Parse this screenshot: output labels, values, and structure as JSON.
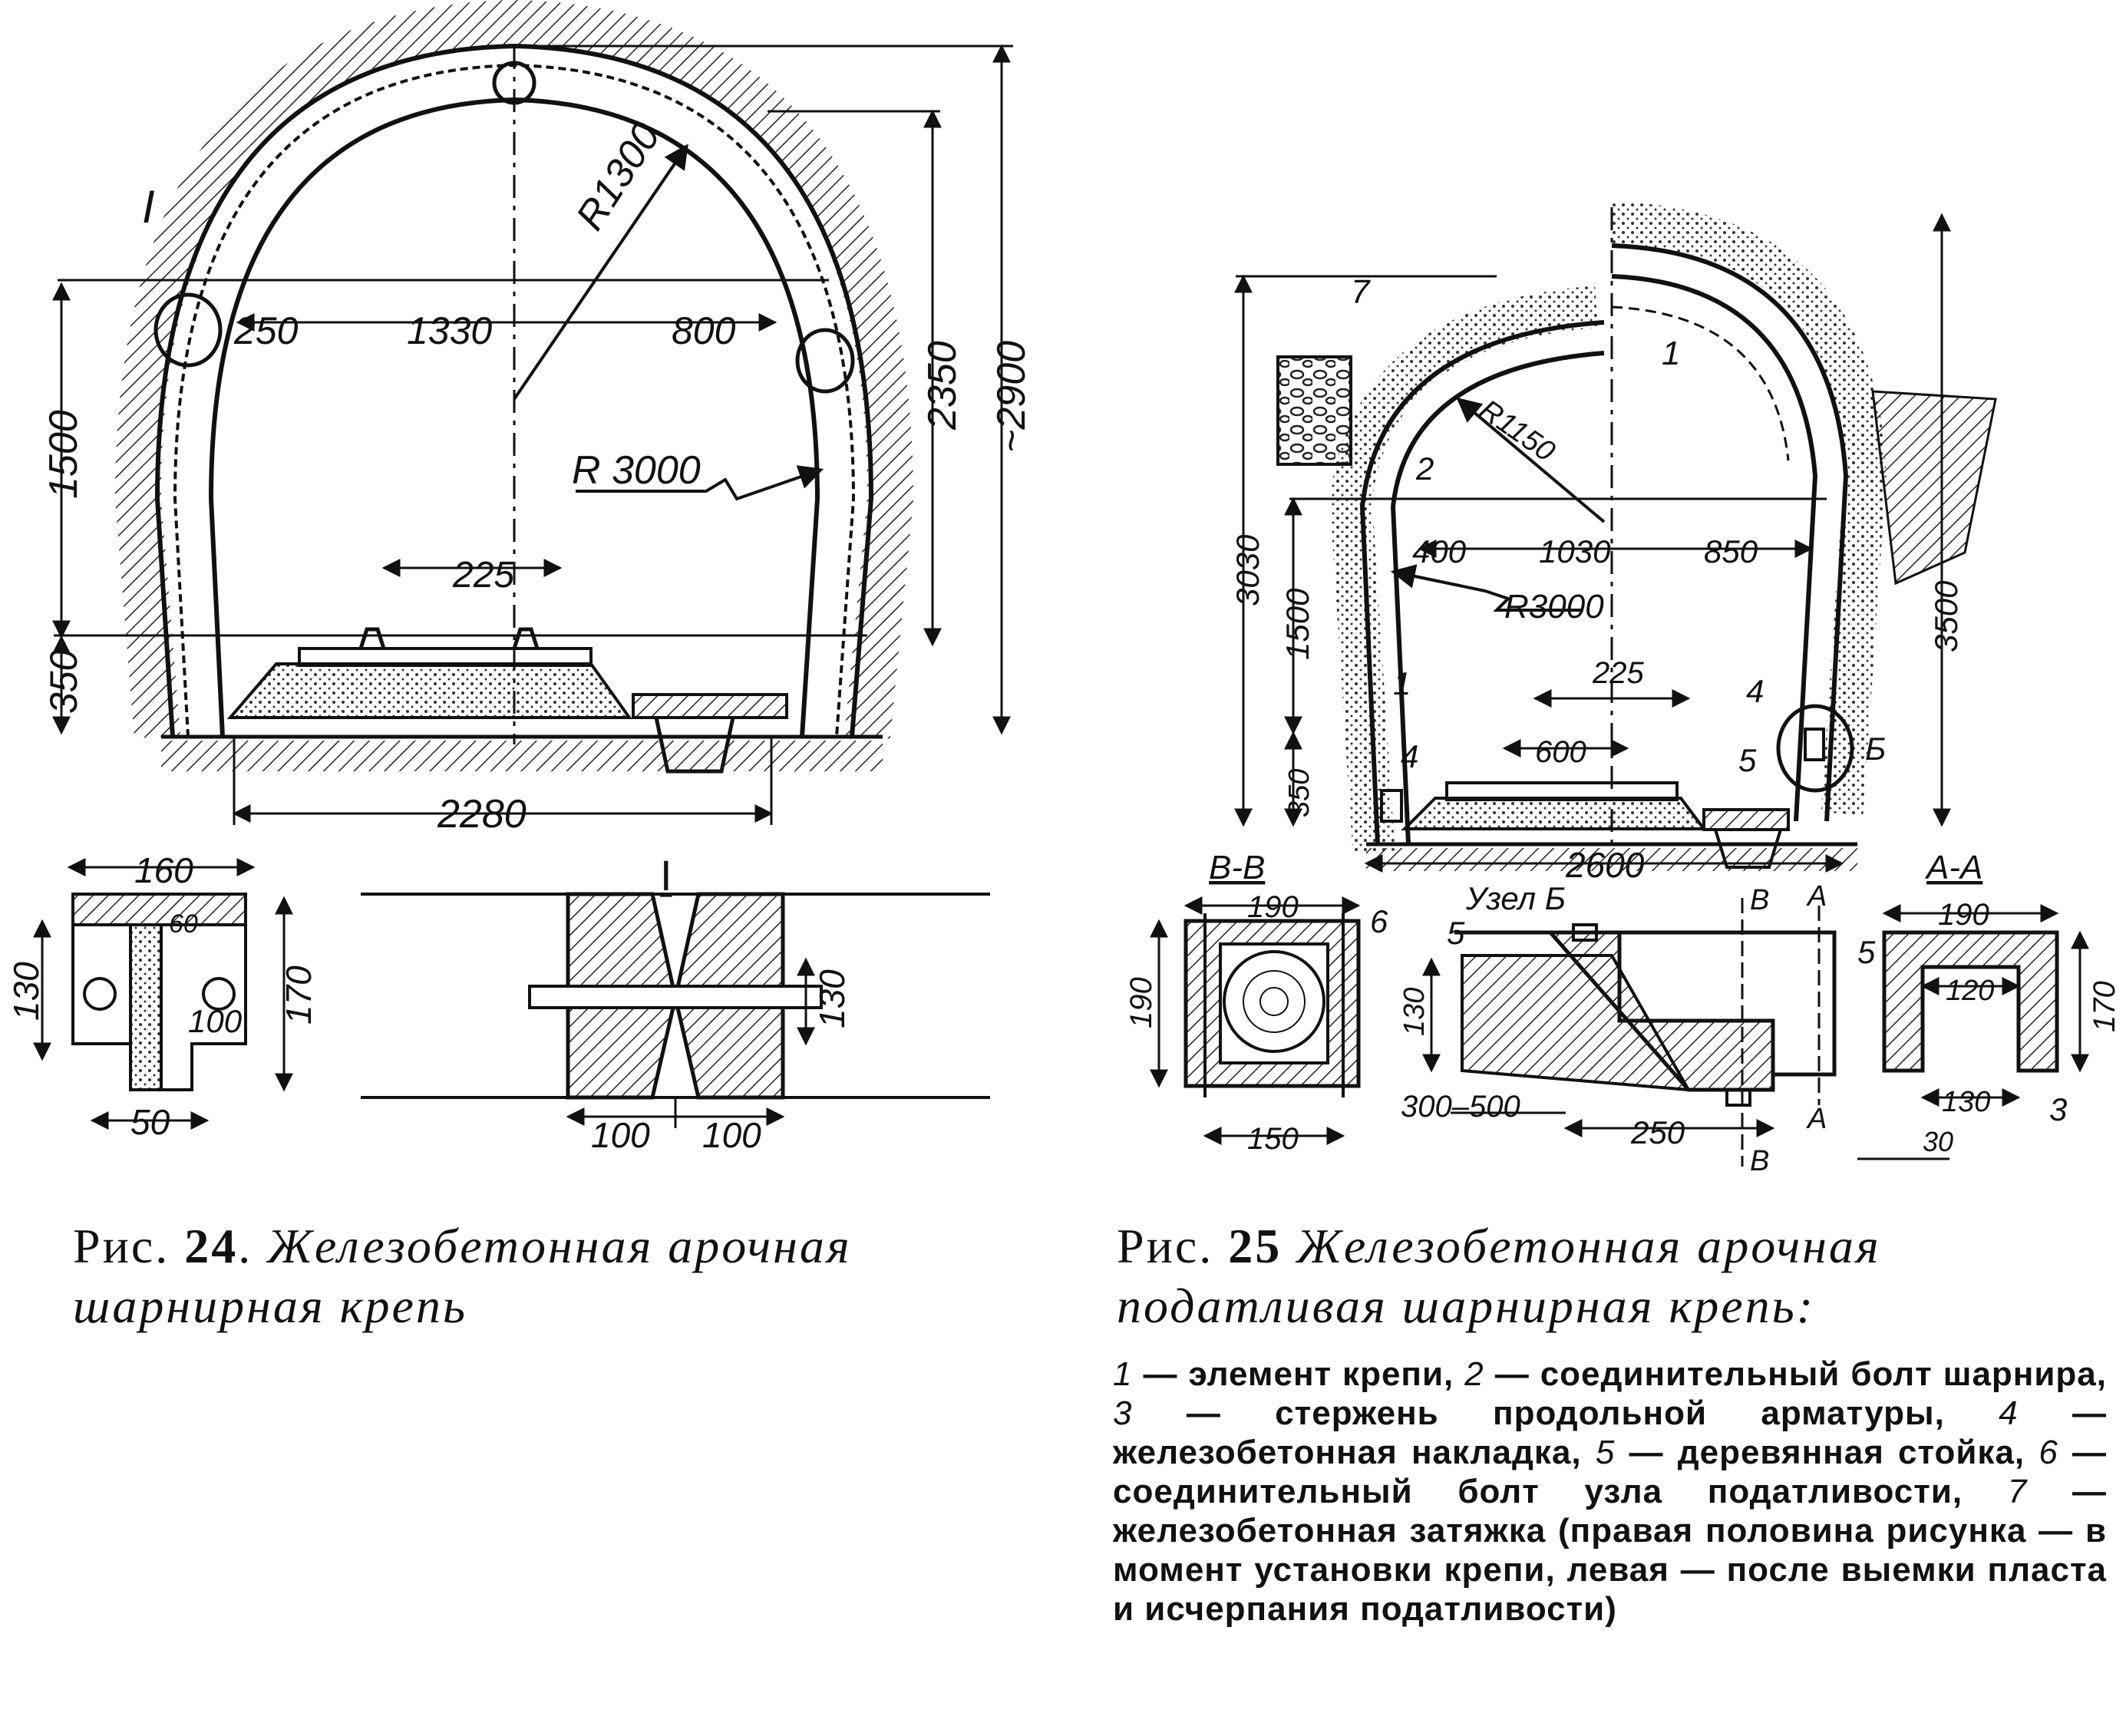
{
  "figure24": {
    "caption_prefix": "Рис.",
    "number": "24",
    "caption_sep": ".",
    "caption_title": "Железобетонная арочная шарнирная крепь",
    "dimensions": {
      "r_top": "R1300",
      "r_side": "R 3000",
      "w250": "250",
      "w1330": "1330",
      "w800": "800",
      "h1500": "1500",
      "h350": "350",
      "h2350": "2350",
      "h2900": "~2900",
      "w225": "225",
      "w2280": "2280"
    },
    "node_label": "I",
    "section": {
      "w160": "160",
      "w60": "60",
      "h130": "130",
      "w100": "100",
      "h170": "170",
      "w50": "50"
    },
    "detail": {
      "title": "I",
      "h130": "130",
      "w100a": "100",
      "w100b": "100"
    }
  },
  "figure25": {
    "caption_prefix": "Рис.",
    "number": "25",
    "caption_title": "Железобетонная арочная податливая шарнирная крепь:",
    "dimensions": {
      "r1150": "R1150",
      "r3000": "R3000",
      "w400": "400",
      "w1030": "1030",
      "w850": "850",
      "h3030": "3030",
      "h1500": "1500",
      "h350": "350",
      "h3500": "3500",
      "w225": "225",
      "w600": "600",
      "w2600": "2600"
    },
    "parts": {
      "p1a": "1",
      "p1b": "1",
      "p2": "2",
      "p4a": "4",
      "p4b": "4",
      "p5": "5",
      "p7": "7",
      "b": "Б"
    },
    "section_bb": {
      "title": "В-В",
      "w190": "190",
      "h190": "190",
      "w150": "150",
      "p6": "6"
    },
    "node_b": {
      "title": "Узел Б",
      "p5": "5",
      "h130": "130",
      "w300_500": "300–500",
      "w250": "250",
      "cut_b1": "В",
      "cut_b2": "В",
      "cut_a1": "А",
      "cut_a2": "А"
    },
    "section_aa": {
      "title": "А-А",
      "w190": "190",
      "w120": "120",
      "h170": "170",
      "w130": "130",
      "w30": "30",
      "p5": "5",
      "p3": "3"
    },
    "legend": {
      "items": [
        {
          "num": "1",
          "text": "элемент крепи,"
        },
        {
          "num": "2",
          "text": "соединительный болт шарнира,"
        },
        {
          "num": "3",
          "text": "стержень продольной арматуры,"
        },
        {
          "num": "4",
          "text": "железобетонная накладка,"
        },
        {
          "num": "5",
          "text": "деревянная стойка,"
        },
        {
          "num": "6",
          "text": "соединительный болт узла податливости,"
        },
        {
          "num": "7",
          "text": "железобетонная затяжка (правая половина рисунка — в момент установки крепи, левая — после выемки пласта и исчерпания податливости)"
        }
      ]
    }
  }
}
